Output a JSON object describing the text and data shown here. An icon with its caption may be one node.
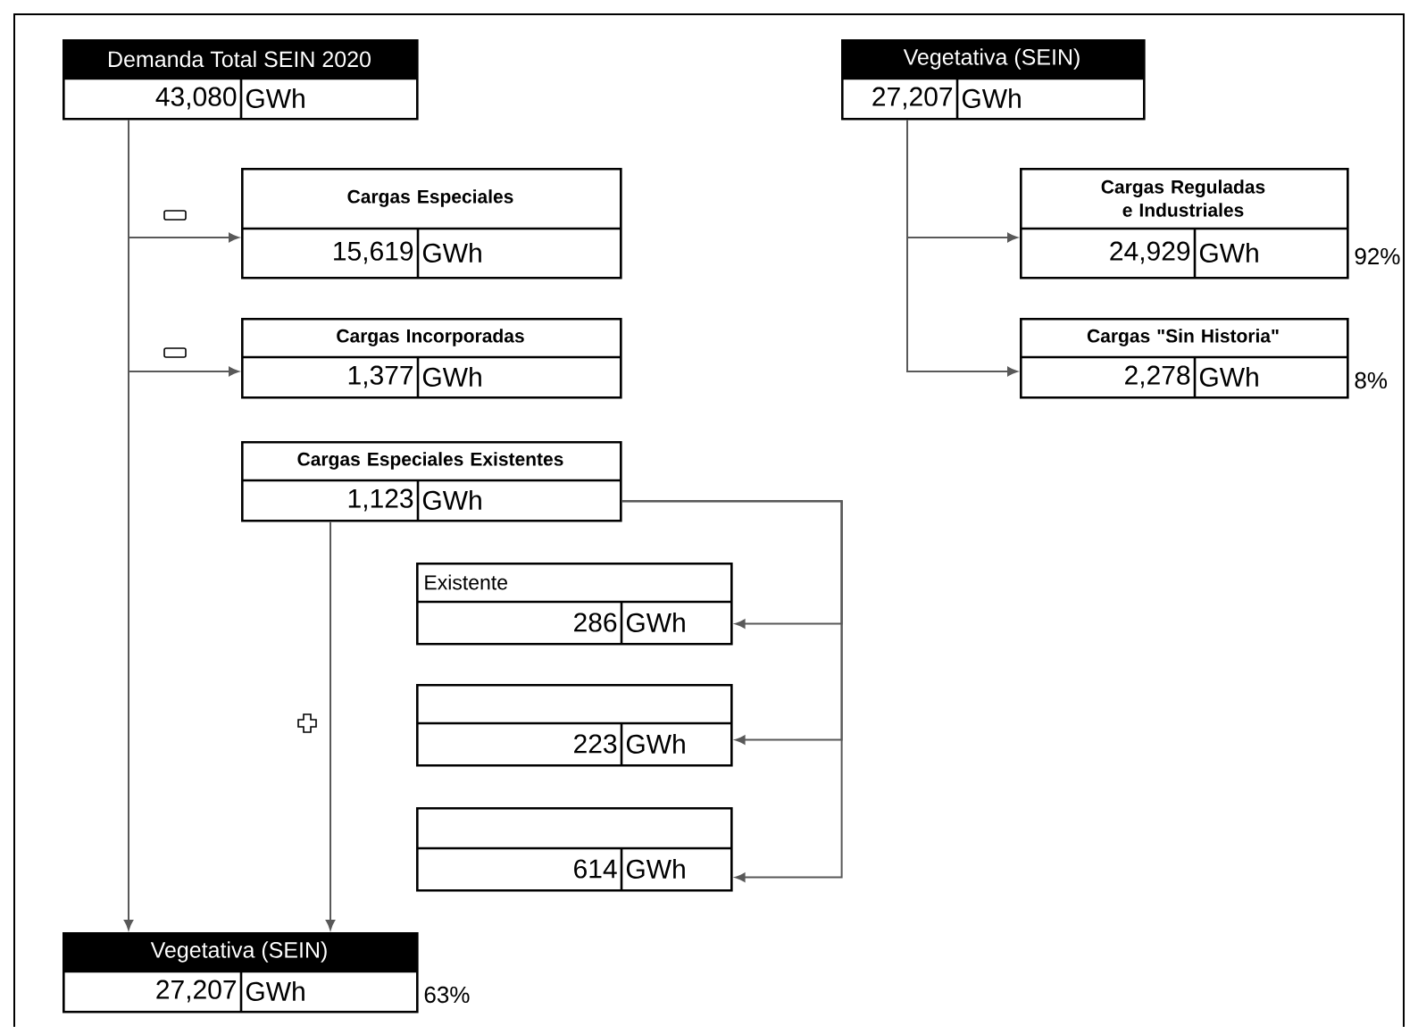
{
  "diagram": {
    "nodes": [
      {
        "text": [
          "Demanda Total SEIN 2020",
          "43,080",
          "GWh"
        ]
      },
      {
        "text": [
          "Vegetativa (SEIN)",
          "27,207",
          "GWh"
        ]
      },
      {
        "text": [
          "Cargas Especiales",
          "15,619",
          "GWh"
        ]
      },
      {
        "text": [
          "Cargas Reguladas e Industriales",
          "24,929",
          "GWh"
        ],
        "beside": [
          "92%"
        ]
      },
      {
        "text": [
          "Cargas Incorporadas",
          "1,377",
          "GWh"
        ]
      },
      {
        "text": [
          "Cargas \"Sin Historia\"",
          "2,278",
          "GWh"
        ],
        "beside": [
          "8%"
        ]
      },
      {
        "text": [
          "Cargas Especiales Existentes",
          "1,123",
          "GWh"
        ]
      },
      {
        "text": [
          "Existente",
          "286",
          "GWh"
        ]
      },
      {
        "text": [
          "223",
          "GWh"
        ]
      },
      {
        "text": [
          "614",
          "GWh"
        ]
      },
      {
        "text": [
          "Vegetativa (SEIN)",
          "27,207",
          "GWh"
        ],
        "beside": [
          "63%"
        ]
      }
    ],
    "edges": [
      {
        "from": 0,
        "to": 10,
        "arrow": "to"
      },
      {
        "from": 0,
        "to": 2,
        "arrow": "to"
      },
      {
        "from": 0,
        "to": 4,
        "arrow": "to"
      },
      {
        "from": 6,
        "to": 10,
        "arrow": "to"
      },
      {
        "from": 6,
        "to": 7,
        "arrow": "to"
      },
      {
        "from": 6,
        "to": 8,
        "arrow": "to"
      },
      {
        "from": 6,
        "to": 9,
        "arrow": "to"
      },
      {
        "from": 1,
        "to": 3,
        "arrow": "to"
      },
      {
        "from": 1,
        "to": 5,
        "arrow": "to"
      }
    ]
  }
}
